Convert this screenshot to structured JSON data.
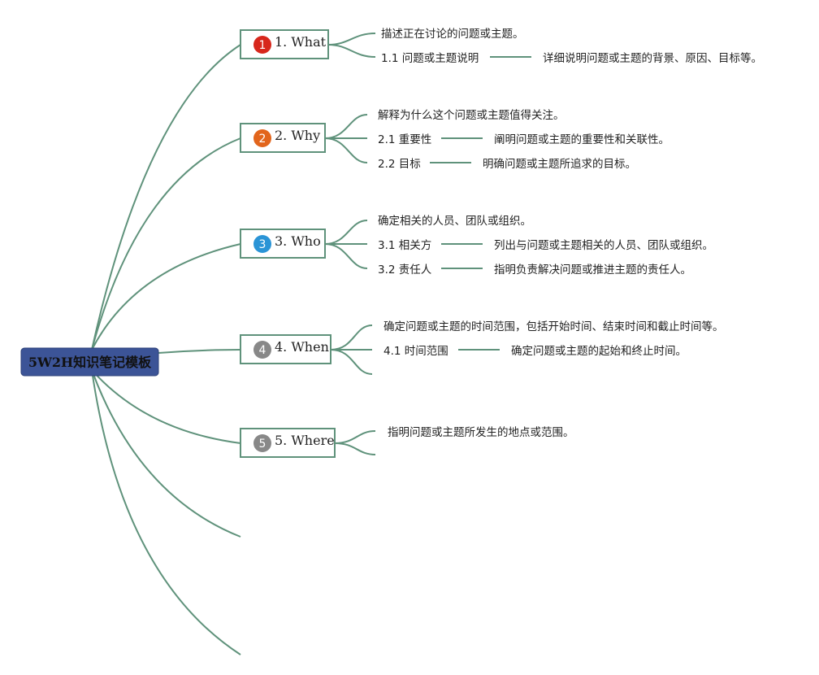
{
  "root": {
    "title": "5W2H知识笔记模板"
  },
  "topics": [
    {
      "marker": "1",
      "label": "1. What",
      "marker_color": "#d7271c",
      "summary": "描述正在讨论的问题或主题。",
      "children": [
        {
          "title": "1.1 问题或主题说明",
          "detail": "详细说明问题或主题的背景、原因、目标等。"
        }
      ]
    },
    {
      "marker": "2",
      "label": "2. Why",
      "marker_color": "#e2651c",
      "summary": "解释为什么这个问题或主题值得关注。",
      "children": [
        {
          "title": "2.1 重要性",
          "detail": "阐明问题或主题的重要性和关联性。"
        },
        {
          "title": "2.2 目标",
          "detail": "明确问题或主题所追求的目标。"
        }
      ]
    },
    {
      "marker": "3",
      "label": "3. Who",
      "marker_color": "#2a94d6",
      "summary": "确定相关的人员、团队或组织。",
      "children": [
        {
          "title": "3.1 相关方",
          "detail": "列出与问题或主题相关的人员、团队或组织。"
        },
        {
          "title": "3.2 责任人",
          "detail": "指明负责解决问题或推进主题的责任人。"
        }
      ]
    },
    {
      "marker": "4",
      "label": "4. When",
      "marker_color": "#888888",
      "summary": "确定问题或主题的时间范围，包括开始时间、结束时间和截止时间等。",
      "children": [
        {
          "title": "4.1 时间范围",
          "detail": "确定问题或主题的起始和终止时间。"
        }
      ]
    },
    {
      "marker": "5",
      "label": "5. Where",
      "marker_color": "#888888",
      "summary": "指明问题或主题所发生的地点或范围。",
      "children": []
    }
  ]
}
